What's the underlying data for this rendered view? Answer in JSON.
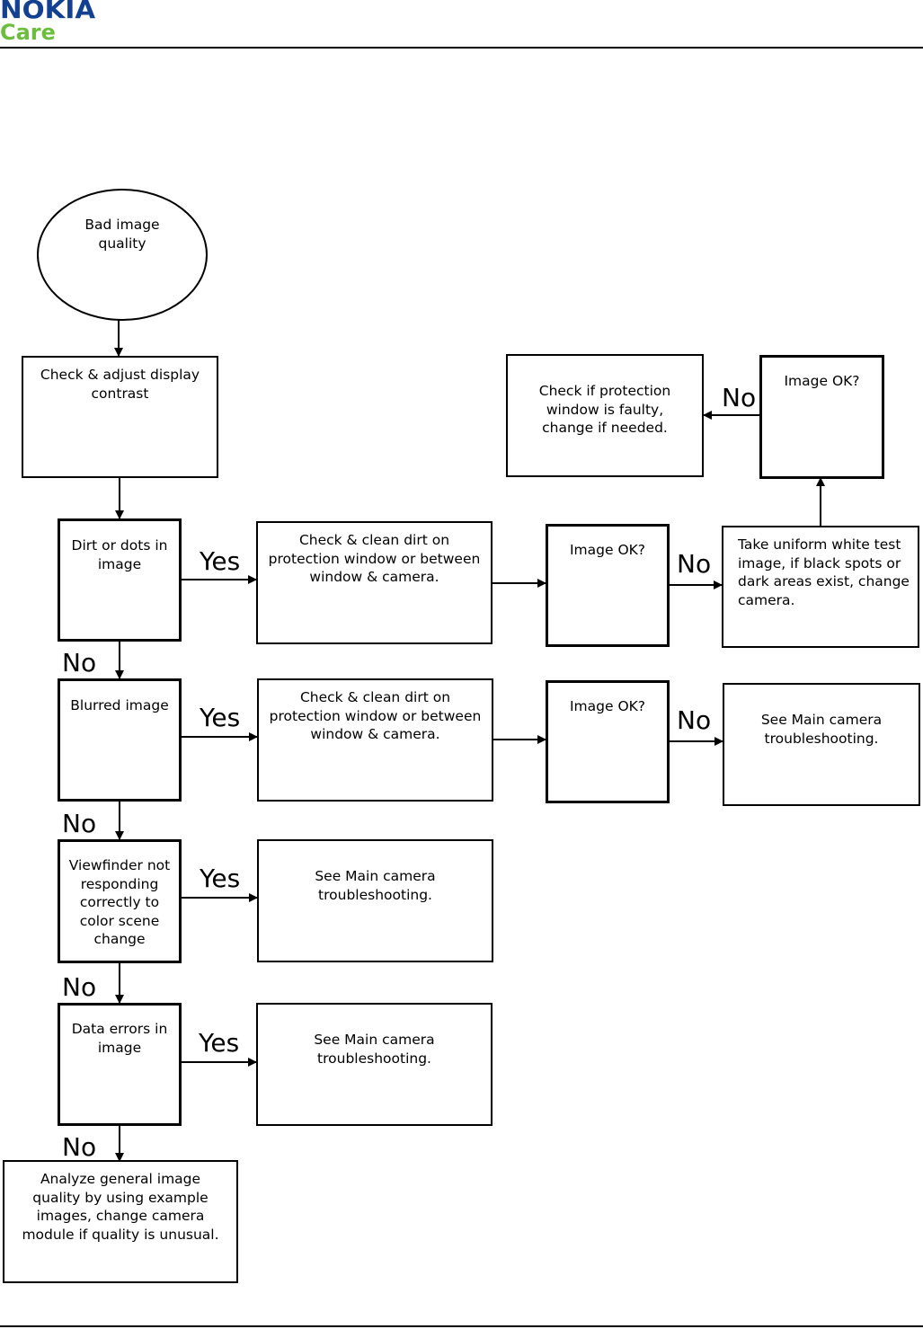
{
  "brand": {
    "logo_text": "NOKIA",
    "sub_text": "Care",
    "logo_color": "#124191",
    "sub_color": "#6cbf3e"
  },
  "nodes": {
    "start": "Bad image quality",
    "check_contrast": "Check & adjust display contrast",
    "dirt_dots": "Dirt or dots in image",
    "clean_dirt_1": "Check & clean dirt on protection window or between window & camera.",
    "image_ok_1": "Image OK?",
    "white_test": "Take uniform white test image, if black spots or dark areas exist, change camera.",
    "image_ok_top": "Image OK?",
    "protection_window": "Check if protection window is faulty, change if needed.",
    "blurred": "Blurred image",
    "clean_dirt_2": "Check & clean dirt on protection window or between window & camera.",
    "image_ok_2": "Image OK?",
    "main_camera_1": "See Main camera troubleshooting.",
    "viewfinder": "Viewfinder not responding correctly to color scene change",
    "main_camera_2": "See Main camera troubleshooting.",
    "data_errors": "Data errors in image",
    "main_camera_3": "See Main camera troubleshooting.",
    "analyze": "Analyze general image quality by using example images, change camera module if quality is unusual."
  },
  "labels": {
    "yes": "Yes",
    "no": "No"
  }
}
